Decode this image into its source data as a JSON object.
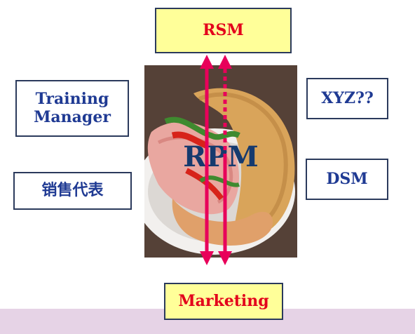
{
  "boxes": {
    "rsm": "RSM",
    "marketing": "Marketing",
    "training": "Training Manager",
    "sales_rep": "销售代表",
    "xyz": "XYZ??",
    "dsm": "DSM"
  },
  "center": {
    "label": "RPM",
    "image": "sandwich-photo"
  },
  "colors": {
    "highlight_box": "#ffff99",
    "red_text": "#e3001b",
    "blue_text": "#1f3a93",
    "arrow": "#e8005a",
    "footer_band": "#e6d3e6"
  }
}
